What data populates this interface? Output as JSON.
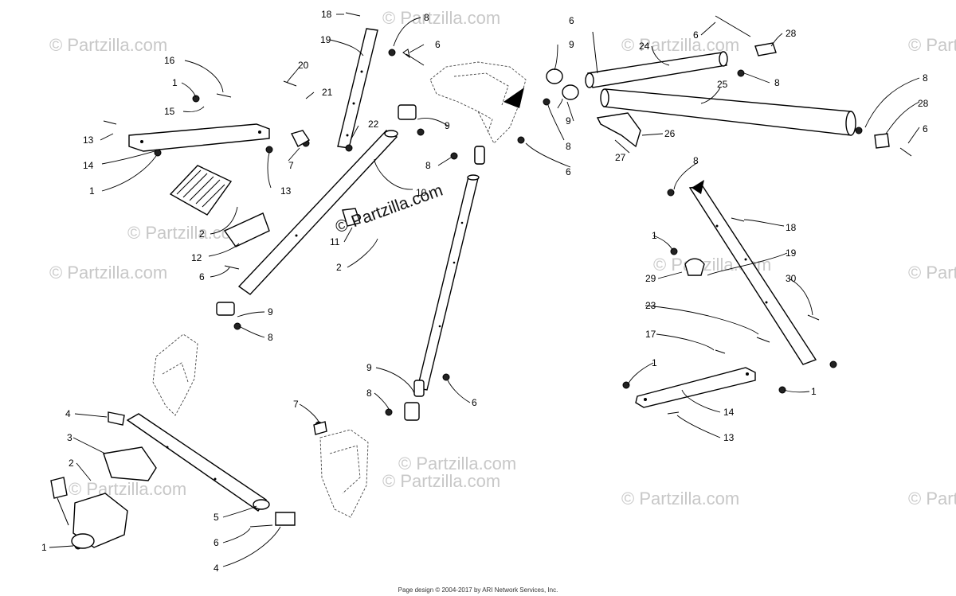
{
  "watermark": {
    "text": "© Partzilla.com"
  },
  "center_watermark": "© Partzilla.com",
  "footer": "Page design © 2004-2017 by ARI Network Services, Inc.",
  "callouts": [
    {
      "id": "c1",
      "label": "18"
    },
    {
      "id": "c2",
      "label": "8"
    },
    {
      "id": "c3",
      "label": "19"
    },
    {
      "id": "c4",
      "label": "6"
    },
    {
      "id": "c5",
      "label": "20"
    },
    {
      "id": "c6",
      "label": "21"
    },
    {
      "id": "c7",
      "label": "22"
    },
    {
      "id": "c8",
      "label": "16"
    },
    {
      "id": "c9",
      "label": "1"
    },
    {
      "id": "c10",
      "label": "15"
    },
    {
      "id": "c11",
      "label": "13"
    },
    {
      "id": "c12",
      "label": "14"
    },
    {
      "id": "c13",
      "label": "1"
    },
    {
      "id": "c14",
      "label": "7"
    },
    {
      "id": "c15",
      "label": "13"
    },
    {
      "id": "c16",
      "label": "9"
    },
    {
      "id": "c17",
      "label": "8"
    },
    {
      "id": "c18",
      "label": "10"
    },
    {
      "id": "c19",
      "label": "2"
    },
    {
      "id": "c20",
      "label": "12"
    },
    {
      "id": "c21",
      "label": "6"
    },
    {
      "id": "c22",
      "label": "11"
    },
    {
      "id": "c23",
      "label": "2"
    },
    {
      "id": "c24",
      "label": "9"
    },
    {
      "id": "c25",
      "label": "8"
    },
    {
      "id": "c26",
      "label": "6"
    },
    {
      "id": "c27",
      "label": "9"
    },
    {
      "id": "c28",
      "label": "24"
    },
    {
      "id": "c29",
      "label": "6"
    },
    {
      "id": "c30",
      "label": "28"
    },
    {
      "id": "c31",
      "label": "8"
    },
    {
      "id": "c32",
      "label": "25"
    },
    {
      "id": "c33",
      "label": "9"
    },
    {
      "id": "c34",
      "label": "8"
    },
    {
      "id": "c35",
      "label": "6"
    },
    {
      "id": "c36",
      "label": "26"
    },
    {
      "id": "c37",
      "label": "27"
    },
    {
      "id": "c38",
      "label": "8"
    },
    {
      "id": "c39",
      "label": "28"
    },
    {
      "id": "c40",
      "label": "6"
    },
    {
      "id": "c41",
      "label": "8"
    },
    {
      "id": "c42",
      "label": "18"
    },
    {
      "id": "c43",
      "label": "1"
    },
    {
      "id": "c44",
      "label": "19"
    },
    {
      "id": "c45",
      "label": "29"
    },
    {
      "id": "c46",
      "label": "30"
    },
    {
      "id": "c47",
      "label": "23"
    },
    {
      "id": "c48",
      "label": "17"
    },
    {
      "id": "c49",
      "label": "1"
    },
    {
      "id": "c50",
      "label": "1"
    },
    {
      "id": "c51",
      "label": "14"
    },
    {
      "id": "c52",
      "label": "13"
    },
    {
      "id": "c53",
      "label": "9"
    },
    {
      "id": "c54",
      "label": "8"
    },
    {
      "id": "c55",
      "label": "6"
    },
    {
      "id": "c56",
      "label": "7"
    },
    {
      "id": "c57",
      "label": "4"
    },
    {
      "id": "c58",
      "label": "3"
    },
    {
      "id": "c59",
      "label": "2"
    },
    {
      "id": "c60",
      "label": "5"
    },
    {
      "id": "c61",
      "label": "6"
    },
    {
      "id": "c62",
      "label": "1"
    },
    {
      "id": "c63",
      "label": "4"
    }
  ]
}
